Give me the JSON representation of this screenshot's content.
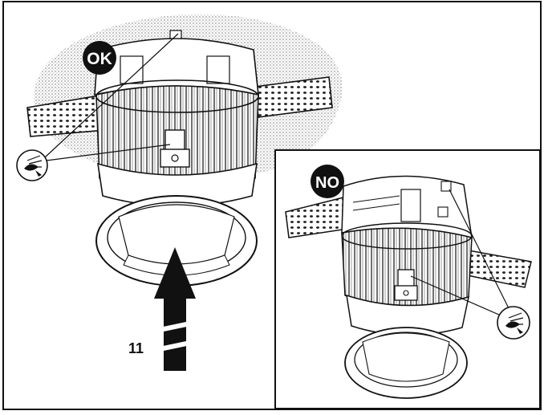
{
  "badges": {
    "ok": "OK",
    "no": "NO"
  },
  "step_number": "11",
  "icon_name": "eye-inspection-icon",
  "colors": {
    "badge_fill": "#111111",
    "badge_text": "#ffffff",
    "stipple": "#bdbdbd",
    "line": "#111111"
  }
}
